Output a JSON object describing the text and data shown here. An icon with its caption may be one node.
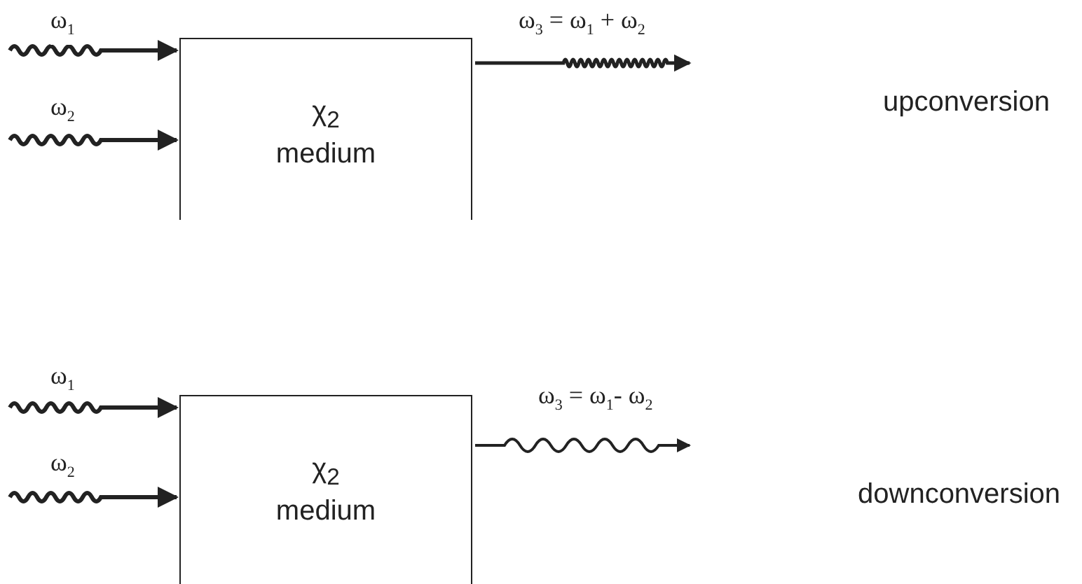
{
  "diagram": {
    "nodes": [
      {
        "text": [
          "χ$_{2}$ medium"
        ]
      },
      {
        "text": [
          "χ$_{2}$ medium"
        ]
      }
    ],
    "edges": [
      {
        "from": null,
        "to": 0,
        "arrow": "to",
        "label": "ω$_{1}$"
      },
      {
        "from": null,
        "to": 0,
        "arrow": "to",
        "label": "ω$_{2}$"
      },
      {
        "from": 0,
        "to": null,
        "arrow": "to",
        "label": "ω$_{3}$ = ω$_{1}$ + ω$_{2}$"
      },
      {
        "from": null,
        "to": 1,
        "arrow": "to",
        "label": "ω$_{1}$"
      },
      {
        "from": null,
        "to": 1,
        "arrow": "to",
        "label": "ω$_{2}$"
      },
      {
        "from": 1,
        "to": null,
        "arrow": "to",
        "label": "ω$_{3}$ = ω$_{1}$- ω$_{2}$"
      }
    ],
    "labels": [
      "upconversion",
      "downconversion"
    ]
  }
}
